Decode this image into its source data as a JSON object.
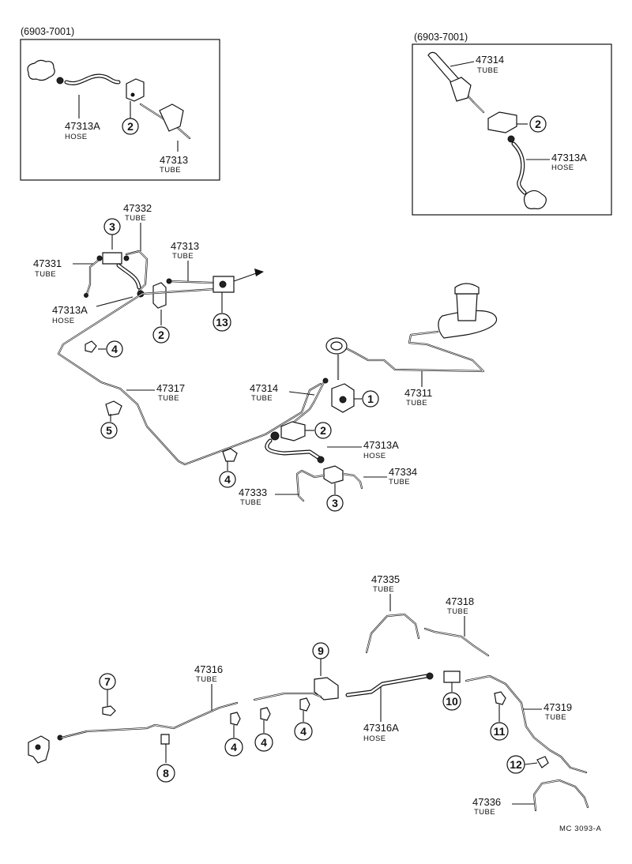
{
  "insets": {
    "left_label": "(6903-7001)",
    "right_label": "(6903-7001)"
  },
  "labels": {
    "l_47313A_inset_l": {
      "num": "47313A",
      "desc": "HOSE"
    },
    "l_47313_inset_l": {
      "num": "47313",
      "desc": "TUBE"
    },
    "l_47314_inset_r": {
      "num": "47314",
      "desc": "TUBE"
    },
    "l_47313A_inset_r": {
      "num": "47313A",
      "desc": "HOSE"
    },
    "l_47332": {
      "num": "47332",
      "desc": "TUBE"
    },
    "l_47331": {
      "num": "47331",
      "desc": "TUBE"
    },
    "l_47313_main": {
      "num": "47313",
      "desc": "TUBE"
    },
    "l_47313A_main": {
      "num": "47313A",
      "desc": "HOSE"
    },
    "l_47317": {
      "num": "47317",
      "desc": "TUBE"
    },
    "l_47314_main": {
      "num": "47314",
      "desc": "TUBE"
    },
    "l_47311": {
      "num": "47311",
      "desc": "TUBE"
    },
    "l_47313A_mid": {
      "num": "47313A",
      "desc": "HOSE"
    },
    "l_47334": {
      "num": "47334",
      "desc": "TUBE"
    },
    "l_47333": {
      "num": "47333",
      "desc": "TUBE"
    },
    "l_47335": {
      "num": "47335",
      "desc": "TUBE"
    },
    "l_47318": {
      "num": "47318",
      "desc": "TUBE"
    },
    "l_47316": {
      "num": "47316",
      "desc": "TUBE"
    },
    "l_47316A": {
      "num": "47316A",
      "desc": "HOSE"
    },
    "l_47319": {
      "num": "47319",
      "desc": "TUBE"
    },
    "l_47336": {
      "num": "47336",
      "desc": "TUBE"
    }
  },
  "callouts": {
    "c_inset_l_2": "2",
    "c_inset_r_2": "2",
    "c_3_top": "3",
    "c_2_top": "2",
    "c_13": "13",
    "c_4_a": "4",
    "c_5": "5",
    "c_1": "1",
    "c_2_mid": "2",
    "c_4_b": "4",
    "c_3_mid": "3",
    "c_9": "9",
    "c_7": "7",
    "c_8": "8",
    "c_4_c": "4",
    "c_4_d": "4",
    "c_4_e": "4",
    "c_10": "10",
    "c_11": "11",
    "c_12": "12"
  },
  "footer": {
    "code": "MC 3093-A"
  }
}
